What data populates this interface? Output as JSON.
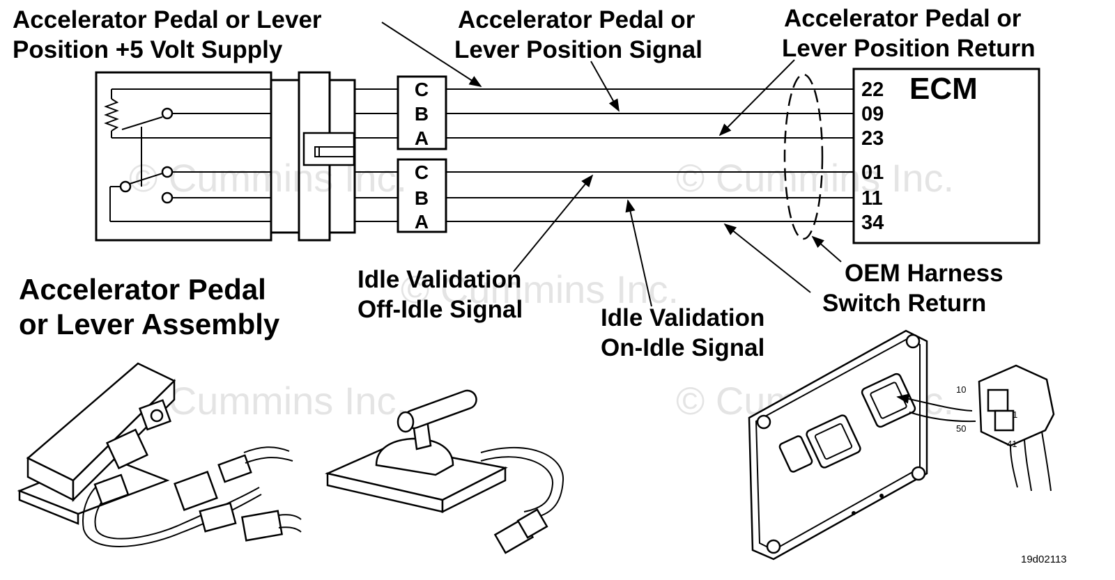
{
  "labels": {
    "supply_line1": "Accelerator Pedal or Lever",
    "supply_line2": "Position +5 Volt Supply",
    "signal_line1": "Accelerator Pedal or",
    "signal_line2": "Lever Position Signal",
    "return_line1": "Accelerator Pedal or",
    "return_line2": "Lever Position Return",
    "assembly_line1": "Accelerator Pedal",
    "assembly_line2": "or Lever Assembly",
    "offidle_line1": "Idle Validation",
    "offidle_line2": "Off-Idle Signal",
    "onidle_line1": "Idle Validation",
    "onidle_line2": "On-Idle Signal",
    "oem_line1": "OEM Harness",
    "oem_line2": "Switch Return"
  },
  "ecm": {
    "title": "ECM",
    "pins": [
      "22",
      "09",
      "23",
      "01",
      "11",
      "34"
    ]
  },
  "connector_upper": [
    "C",
    "B",
    "A"
  ],
  "connector_lower": [
    "C",
    "B",
    "A"
  ],
  "watermark": "© Cummins Inc.",
  "harness_pins": {
    "top_left": "10",
    "bottom_left": "50",
    "top_right": "1",
    "bottom_right": "41"
  },
  "figure_id": "19d02113"
}
